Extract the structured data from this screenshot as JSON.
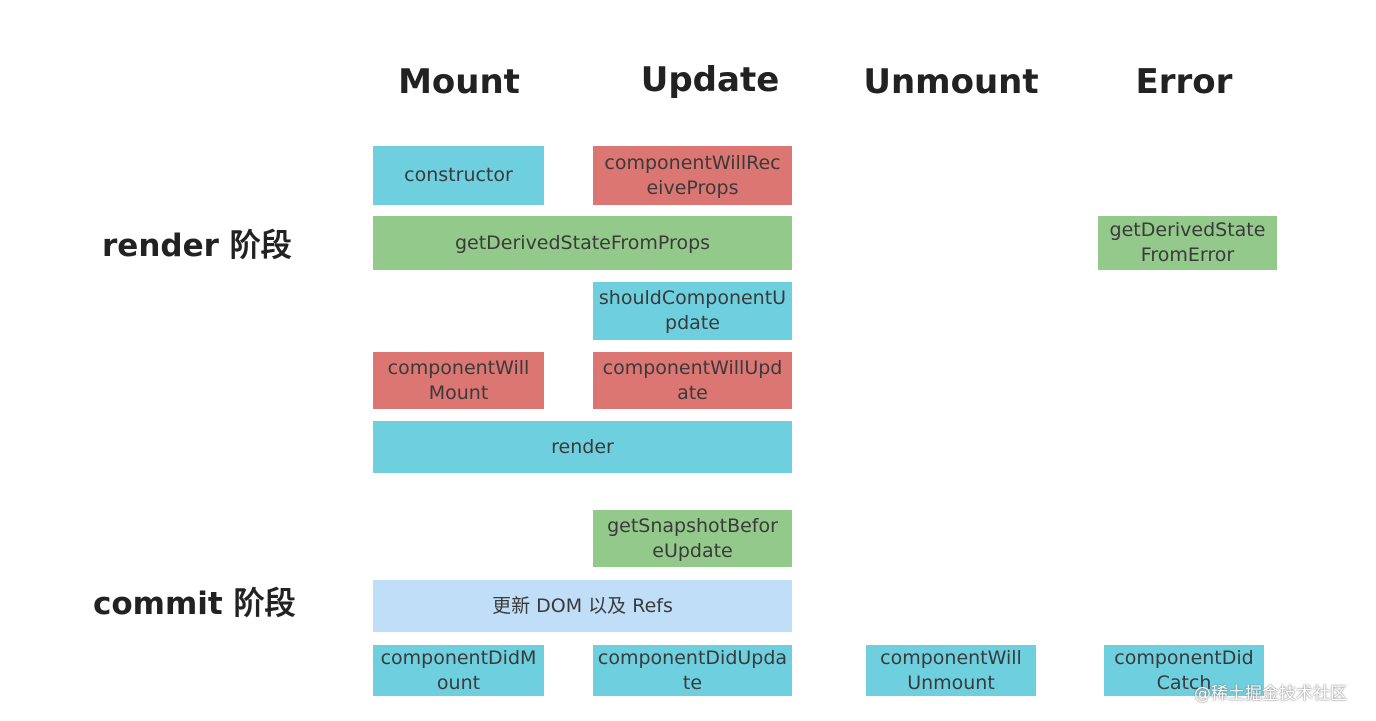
{
  "columns": {
    "mount": "Mount",
    "update": "Update",
    "unmount": "Unmount",
    "error": "Error"
  },
  "phases": {
    "render": "render 阶段",
    "commit": "commit 阶段"
  },
  "boxes": {
    "constructor": [
      "constructor"
    ],
    "componentWillReceiveProps": [
      "componentWillRec",
      "eiveProps"
    ],
    "getDerivedStateFromProps": [
      "getDerivedStateFromProps"
    ],
    "getDerivedStateFromError": [
      "getDerivedState",
      "FromError"
    ],
    "shouldComponentUpdate": [
      "shouldComponentU",
      "pdate"
    ],
    "componentWillMount": [
      "componentWill",
      "Mount"
    ],
    "componentWillUpdate": [
      "componentWillUpd",
      "ate"
    ],
    "render": [
      "render"
    ],
    "getSnapshotBeforeUpdate": [
      "getSnapshotBefor",
      "eUpdate"
    ],
    "updateDom": [
      "更新 DOM 以及 Refs"
    ],
    "componentDidMount": [
      "componentDidM",
      "ount"
    ],
    "componentDidUpdate": [
      "componentDidUpda",
      "te"
    ],
    "componentWillUnmount": [
      "componentWill",
      "Unmount"
    ],
    "componentDidCatch": [
      "componentDid",
      "Catch"
    ]
  },
  "colors": {
    "blue": "#6ecfdf",
    "red": "#db7673",
    "green": "#93c98a",
    "light_blue": "#c0def7"
  },
  "watermark": "@稀土掘金技术社区"
}
